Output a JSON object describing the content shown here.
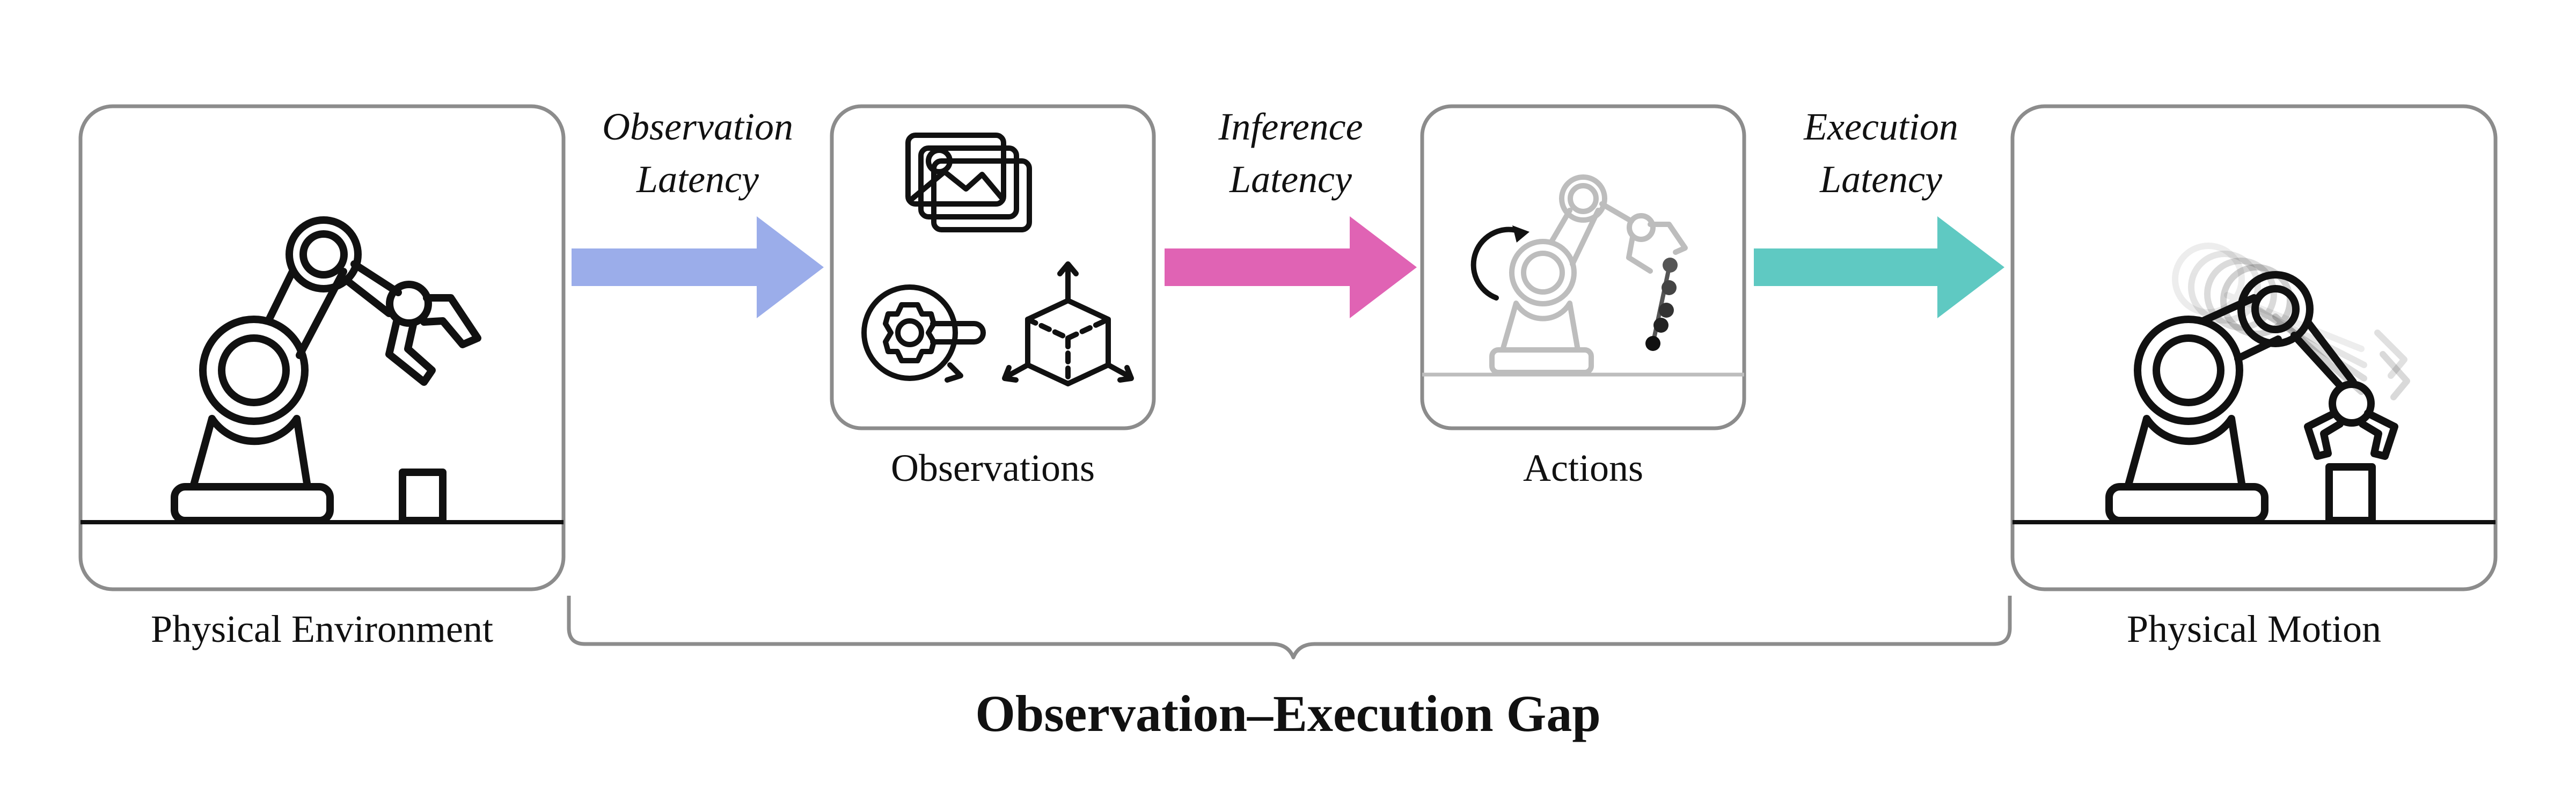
{
  "stages": [
    {
      "label": "Physical Environment"
    },
    {
      "label": "Observations"
    },
    {
      "label": "Actions"
    },
    {
      "label": "Physical Motion"
    }
  ],
  "latencies": [
    {
      "line1": "Observation",
      "line2": "Latency",
      "color": "#9badea"
    },
    {
      "line1": "Inference",
      "line2": "Latency",
      "color": "#e063b4"
    },
    {
      "line1": "Execution",
      "line2": "Latency",
      "color": "#5fc9c2"
    }
  ],
  "gap": {
    "title": "Observation–Execution Gap"
  },
  "icons": [
    "robot-arm-icon",
    "image-stack-icon",
    "gear-sensor-icon",
    "3d-cube-icon",
    "robot-arm-trajectory-icon",
    "robot-arm-motion-icon"
  ]
}
